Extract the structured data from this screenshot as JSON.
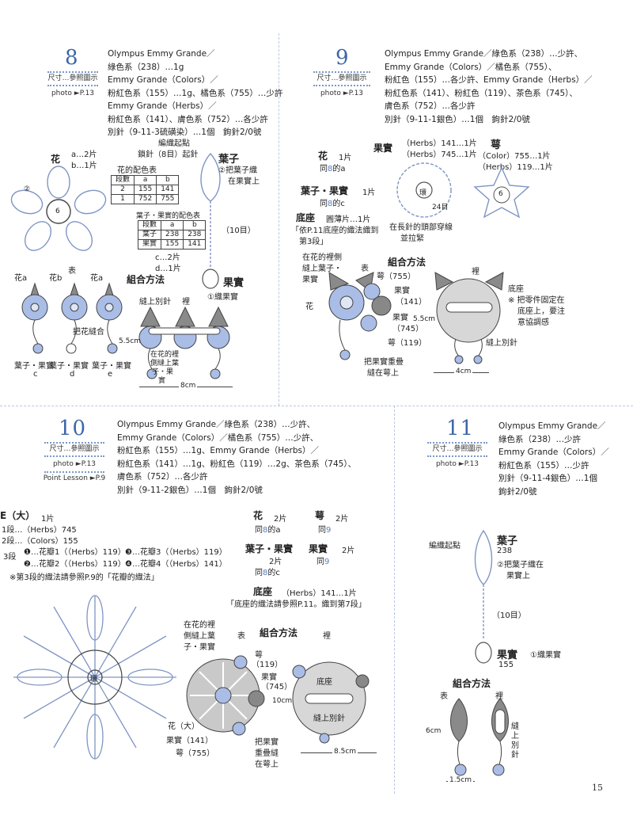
{
  "p8": {
    "number": "8",
    "size_ref": "尺寸…參照圖示",
    "photo": "photo ►P.13",
    "materials": [
      "Olympus Emmy Grande／",
      "綠色系（238）…1g",
      "Emmy Grande（Colors）／",
      "粉紅色系（155）…1g、橘色系（755）…少許",
      "Emmy Grande（Herbs）／",
      "粉紅色系（141）、膚色系（752）…各少許",
      "別針（9-11-3硫磺染）…1個　鉤針2/0號"
    ],
    "start_label": "編織起點",
    "start_pin": "鎖針（8目）起針",
    "flower_title": "花",
    "flower_a": "a…2片",
    "flower_b": "b…1片",
    "flower_center": "6",
    "flower_round": "②",
    "color_table_title": "花的配色表",
    "color_table": [
      [
        "段數",
        "a",
        "b"
      ],
      [
        "2",
        "155",
        "141"
      ],
      [
        "1",
        "752",
        "755"
      ]
    ],
    "leaf_table_title": "葉子・果實的配色表",
    "leaf_table": [
      [
        "段數",
        "a",
        "b"
      ],
      [
        "葉子",
        "238",
        "238"
      ],
      [
        "果實",
        "155",
        "141"
      ]
    ],
    "leaf_c": "c…2片",
    "leaf_d": "d…1片",
    "leaf_title": "葉子",
    "leaf_step": "②把葉子織",
    "leaf_step2": "在果實上",
    "rows": "（10目）",
    "fruit_title": "果實",
    "fruit_step": "①織果實",
    "assembly": "組合方法",
    "front": "表",
    "back": "裡",
    "flower_a_lbl": "花a",
    "flower_b_lbl": "花b",
    "sew_flower": "把花縫合",
    "pin_sew": "縫上別針",
    "leaf_fruit": "葉子・果實",
    "c": "c",
    "d": "d",
    "e": "e",
    "dim_h": "5.5cm",
    "dim_w": "8cm",
    "inside_note1": "在花的裡",
    "inside_note2": "側縫上葉",
    "inside_note3": "子・果",
    "inside_note4": "實"
  },
  "p9": {
    "number": "9",
    "size_ref": "尺寸…參照圖示",
    "photo": "photo ►P.13",
    "materials": [
      "Olympus Emmy Grande／綠色系（238）…少許、",
      "Emmy Grande（Colors）／橘色系（755）、",
      "粉紅色（155）…各少許、Emmy Grande（Herbs）／",
      "粉紅色系（141）、粉紅色（119）、茶色系（745）、",
      "膚色系（752）…各少許",
      "別針（9-11-1銀色）…1個　鉤針2/0號"
    ],
    "flower": "花",
    "flower_qty": "1片",
    "flower_same": "同",
    "flower_ref": "8",
    "flower_ref2": "的a",
    "leaf": "葉子・果實",
    "leaf_qty": "1片",
    "leaf_same": "同",
    "leaf_ref": "8",
    "leaf_ref2": "的c",
    "base": "底座",
    "base_desc": "圓薄片…1片",
    "base_note1": "「依P.11底座的織法織到",
    "base_note2": "第3段」",
    "fruit": "果實",
    "fruit_l1": "（Herbs）141…1片",
    "fruit_l2": "（Herbs）745…1片",
    "fruit_ring": "環",
    "fruit_24": "24目",
    "fruit_note1": "在長針的頭部穿線",
    "fruit_note2": "並拉緊",
    "calyx": "萼",
    "calyx_l1": "（Color）755…1片",
    "calyx_l2": "（Herbs）119…1片",
    "calyx_center": "6",
    "assembly": "組合方法",
    "front": "表",
    "back": "裡",
    "inside1": "在花的裡側",
    "inside2": "縫上葉子・",
    "inside3": "果實",
    "flower_lbl": "花",
    "e755": "萼（755）",
    "fruit141a": "果實",
    "fruit141b": "（141）",
    "fruit745a": "果實",
    "fruit745b": "（745）",
    "e119": "萼（119）",
    "overlap1": "把果實重疊",
    "overlap2": "縫在萼上",
    "base_lbl": "底座",
    "base_n1": "※ 把零件固定在",
    "base_n2": "底座上，要注",
    "base_n3": "意協調感",
    "pin": "縫上別針",
    "dim_h": "5.5cm",
    "dim_w": "4cm"
  },
  "p10": {
    "number": "10",
    "size_ref": "尺寸…參照圖示",
    "photo": "photo ►P.13",
    "lesson": "Point Lesson ►P.9",
    "materials": [
      "Olympus Emmy Grande／綠色系（238）…少許、",
      "Emmy Grande（Colors）／橘色系（755）…少許、",
      "粉紅色系（155）…1g、Emmy Grande（Herbs）／",
      "粉紅色系（141）…1g、粉紅色（119）…2g、茶色系（745）、",
      "膚色系（752）…各少許",
      "別針（9-11-2銀色）…1個　鉤針2/0號"
    ],
    "big_title": "E（大）",
    "big_qty": "1片",
    "r1": "1段…（Herbs）745",
    "r2": "2段…（Colors）155",
    "r3": "3段",
    "p1": "❶…花瓣1（（Herbs）119）",
    "p3": "❸…花瓣3（（Herbs）119）",
    "p2": "❷…花瓣2（（Herbs）119）",
    "p4": "❹…花瓣4（（Herbs）141）",
    "note": "※第3段的織法請參照P.9的「花瓣的織法」",
    "flower": "花",
    "flower_qty": "2片",
    "flower_same": "同",
    "flower_ref": "8",
    "flower_ref2": "的a",
    "calyx": "萼",
    "calyx_qty": "2片",
    "calyx_same": "同",
    "calyx_ref": "9",
    "leaf": "葉子・果實",
    "leaf_qty": "2片",
    "leaf_same": "同",
    "leaf_ref": "8",
    "leaf_ref2": "的c",
    "fruit": "果實",
    "fruit_qty": "2片",
    "fruit_same": "同",
    "fruit_ref": "9",
    "base": "底座",
    "base_desc": "（Herbs）141…1片",
    "base_note": "「底座的織法請參照P.11。織到第7段」",
    "ring": "環",
    "inside1": "在花的裡",
    "inside2": "側縫上葉",
    "inside3": "子・果實",
    "front": "表",
    "back": "裡",
    "assembly": "組合方法",
    "e119a": "萼",
    "e119b": "（119）",
    "f745a": "果實",
    "f745b": "（745）",
    "big_lbl": "花（大）",
    "f141": "果實（141）",
    "e755": "萼（755）",
    "overlap1": "把果實",
    "overlap2": "重疊縫",
    "overlap3": "在萼上",
    "base_lbl": "底座",
    "pin": "縫上別針",
    "dim_h": "10cm",
    "dim_w": "8.5cm"
  },
  "p11": {
    "number": "11",
    "size_ref": "尺寸…參照圖示",
    "photo": "photo ►P.13",
    "materials": [
      "Olympus Emmy Grande／",
      "綠色系（238）…少許",
      "Emmy Grande（Colors）／",
      "粉紅色系（155）…少許",
      "別針（9-11-4銀色）…1個",
      "鉤針2/0號"
    ],
    "start": "編織起點",
    "leaf": "葉子",
    "leaf_code": "238",
    "leaf_step1": "②把葉子織在",
    "leaf_step2": "果實上",
    "rows": "（10目）",
    "fruit": "果實",
    "fruit_code": "155",
    "fruit_step": "①織果實",
    "assembly": "組合方法",
    "front": "表",
    "back": "裡",
    "pin1": "縫",
    "pin2": "上",
    "pin3": "別",
    "pin4": "針",
    "dim_h": "6cm",
    "dim_w": "1.5cm"
  },
  "page_number": "15",
  "colors": {
    "accent": "#3d67a8",
    "flower": "#a9bde6",
    "leaf": "#8a8a8a",
    "line": "#b9c6e4"
  }
}
